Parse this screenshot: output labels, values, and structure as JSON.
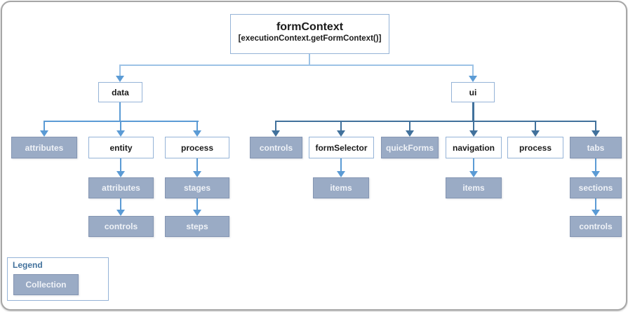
{
  "colors": {
    "collection_fill": "#9AABC5",
    "collection_border": "#8495B2",
    "collection_text": "#EFF2F7",
    "object_border": "#95B3D7",
    "connector_light": "#9DC3E6",
    "connector_data": "#5B9BD5",
    "connector_ui": "#41719C",
    "frame_border": "#A6A6A6",
    "legend_title": "#41719C",
    "node_text": "#1A1A1A"
  },
  "root": {
    "title": "formContext",
    "subtitle": "[executionContext.getFormContext()]"
  },
  "nodes": {
    "data": {
      "label": "data",
      "kind": "object"
    },
    "ui": {
      "label": "ui",
      "kind": "object"
    },
    "data_attributes": {
      "label": "attributes",
      "kind": "collection"
    },
    "data_entity": {
      "label": "entity",
      "kind": "object"
    },
    "data_process": {
      "label": "process",
      "kind": "object"
    },
    "entity_attributes": {
      "label": "attributes",
      "kind": "collection"
    },
    "entity_controls": {
      "label": "controls",
      "kind": "collection"
    },
    "process_stages": {
      "label": "stages",
      "kind": "collection"
    },
    "process_steps": {
      "label": "steps",
      "kind": "collection"
    },
    "ui_controls": {
      "label": "controls",
      "kind": "collection"
    },
    "ui_formSelector": {
      "label": "formSelector",
      "kind": "object"
    },
    "ui_quickForms": {
      "label": "quickForms",
      "kind": "collection"
    },
    "ui_navigation": {
      "label": "navigation",
      "kind": "object"
    },
    "ui_process": {
      "label": "process",
      "kind": "object"
    },
    "ui_tabs": {
      "label": "tabs",
      "kind": "collection"
    },
    "formSelector_items": {
      "label": "items",
      "kind": "collection"
    },
    "navigation_items": {
      "label": "items",
      "kind": "collection"
    },
    "tabs_sections": {
      "label": "sections",
      "kind": "collection"
    },
    "tabs_controls": {
      "label": "controls",
      "kind": "collection"
    }
  },
  "legend": {
    "title": "Legend",
    "collection_label": "Collection"
  }
}
